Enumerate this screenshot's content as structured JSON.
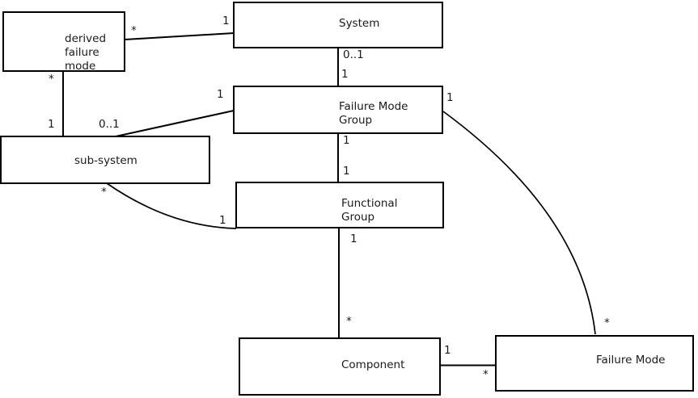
{
  "diagram": {
    "type": "uml-class-diagram",
    "background_color": "#ffffff",
    "line_color": "#000000",
    "text_color": "#1a1a1a",
    "nodes": {
      "derived_failure_mode": {
        "label": "derived\nfailure\nmode"
      },
      "system": {
        "label": "System"
      },
      "failure_mode_group": {
        "label": "Failure Mode\nGroup"
      },
      "sub_system": {
        "label": "sub-system"
      },
      "functional_group": {
        "label": "Functional\nGroup"
      },
      "component": {
        "label": "Component"
      },
      "failure_mode": {
        "label": "Failure Mode"
      }
    },
    "associations": [
      {
        "from": "derived failure mode",
        "to": "System",
        "from_mult": "*",
        "to_mult": "1"
      },
      {
        "from": "derived failure mode",
        "to": "sub-system",
        "from_mult": "*",
        "to_mult": "1"
      },
      {
        "from": "sub-system",
        "to": "Failure Mode Group",
        "from_mult": "0..1",
        "to_mult": "1"
      },
      {
        "from": "System",
        "to": "Failure Mode Group",
        "from_mult": "0..1",
        "to_mult": "1"
      },
      {
        "from": "Failure Mode Group",
        "to": "Functional Group",
        "from_mult": "1",
        "to_mult": "1"
      },
      {
        "from": "Functional Group",
        "to": "Component",
        "from_mult": "1",
        "to_mult": "*"
      },
      {
        "from": "sub-system",
        "to": "Functional Group",
        "from_mult": "*",
        "to_mult": "1"
      },
      {
        "from": "Failure Mode Group",
        "to": "Failure Mode",
        "from_mult": "1",
        "to_mult": "*"
      },
      {
        "from": "Component",
        "to": "Failure Mode",
        "from_mult": "1",
        "to_mult": "*"
      }
    ]
  }
}
